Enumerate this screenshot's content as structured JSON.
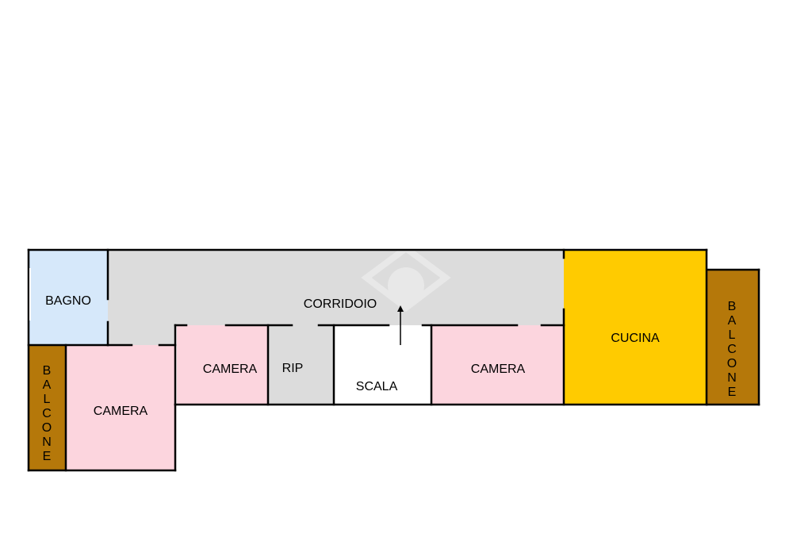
{
  "colors": {
    "bathroom": "#d6e8fa",
    "corridor": "#dcdcdc",
    "bedroom": "#fcd5de",
    "storage": "#dcdcdc",
    "stairs": "#ffffff",
    "kitchen": "#ffcb00",
    "balcony": "#b5780a",
    "wall": "#000000"
  },
  "rooms": {
    "bagno": "BAGNO",
    "corridoio": "CORRIDOIO",
    "camera_left": "CAMERA",
    "camera_mid": "CAMERA",
    "rip": "RIP",
    "scala": "SCALA",
    "camera_right": "CAMERA",
    "cucina": "CUCINA",
    "balcone_left": [
      "B",
      "A",
      "L",
      "C",
      "O",
      "N",
      "E"
    ],
    "balcone_right": [
      "B",
      "A",
      "L",
      "C",
      "O",
      "N",
      "E"
    ]
  },
  "icons": {
    "entrance": "up-arrow-icon",
    "watermark": "house-logo-icon"
  }
}
